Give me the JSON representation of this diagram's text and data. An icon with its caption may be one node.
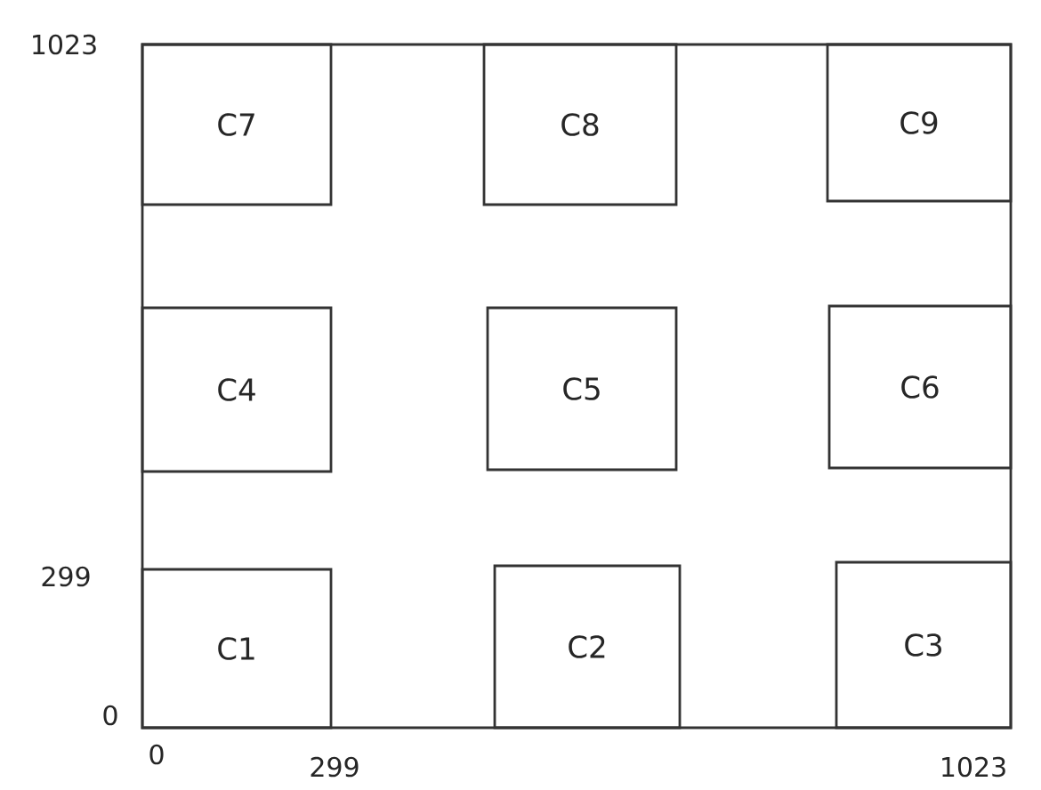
{
  "diagram": {
    "nodes": [
      {
        "text": [
          "C1"
        ]
      },
      {
        "text": [
          "C2"
        ]
      },
      {
        "text": [
          "C3"
        ]
      },
      {
        "text": [
          "C4"
        ]
      },
      {
        "text": [
          "C5"
        ]
      },
      {
        "text": [
          "C6"
        ]
      },
      {
        "text": [
          "C7"
        ]
      },
      {
        "text": [
          "C8"
        ]
      },
      {
        "text": [
          "C9"
        ]
      }
    ],
    "edges": [],
    "labels": [
      "1023",
      "299",
      "0",
      "0",
      "299",
      "1023"
    ]
  }
}
